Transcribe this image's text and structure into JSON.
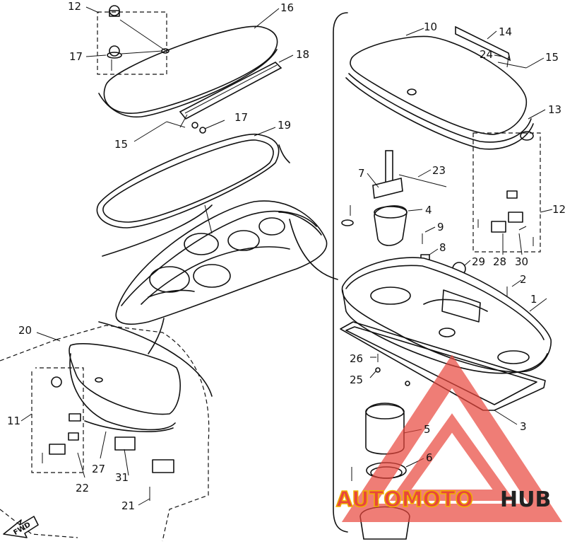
{
  "diagram": {
    "part_labels": [
      "1",
      "2",
      "3",
      "4",
      "5",
      "6",
      "7",
      "8",
      "9",
      "10",
      "11",
      "12",
      "12",
      "13",
      "14",
      "15",
      "15",
      "16",
      "17",
      "17",
      "18",
      "19",
      "20",
      "21",
      "22",
      "23",
      "24",
      "25",
      "26",
      "27",
      "28",
      "29",
      "30",
      "31"
    ],
    "direction_label": "FWD"
  },
  "watermark": {
    "text_part1": "AUTOMOTO",
    "text_part2": "HUB",
    "color_primary": "#e8463c",
    "color_secondary": "#222222",
    "color_outline": "#f0b000"
  }
}
